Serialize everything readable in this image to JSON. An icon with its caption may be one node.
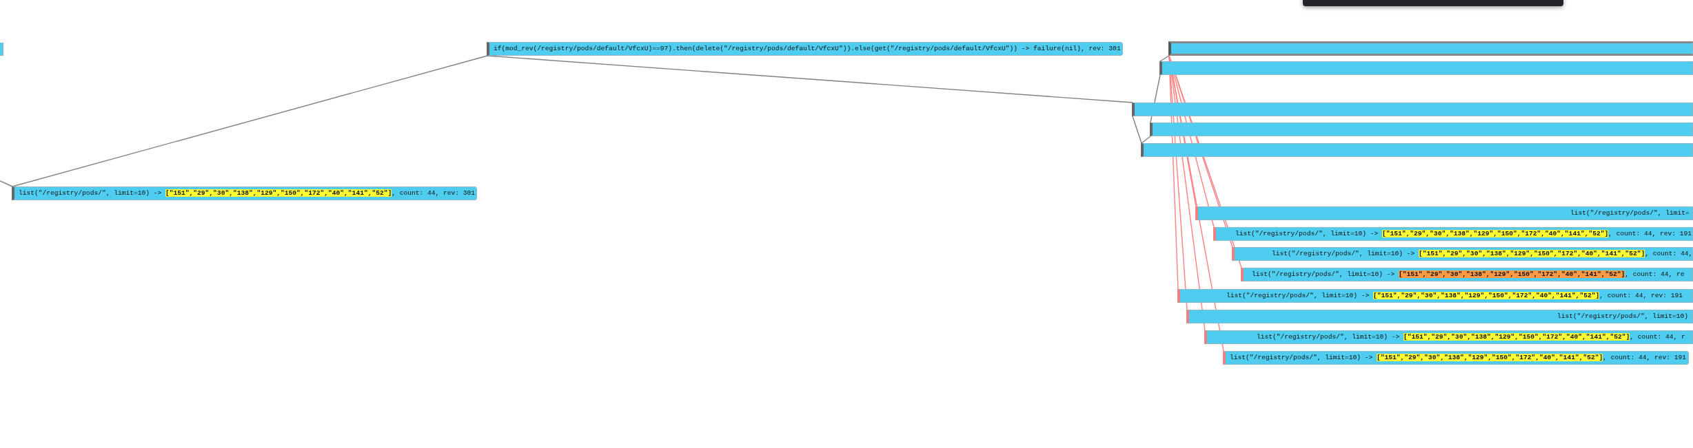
{
  "diagram": {
    "nodes": [
      {
        "text": [],
        "shape": "bar"
      },
      {
        "text": [
          "if(mod_rev(/registry/pods/default/VfcxU)==97).then(delete(\"/registry/pods/default/VfcxU\")).else(get(\"/registry/pods/default/VfcxU\")) -> failure(nil), rev: 301"
        ]
      },
      {
        "text": [
          "list(\"/registry/pods/\", limit=10) -> **[\"151\",\"29\",\"30\",\"138\",\"129\",\"150\",\"172\",\"40\",\"141\",\"52\"]**, count: 44, rev: 301"
        ]
      },
      {
        "text": [],
        "shape": "bar"
      },
      {
        "text": [],
        "shape": "bar"
      },
      {
        "text": [],
        "shape": "bar"
      },
      {
        "text": [],
        "shape": "bar"
      },
      {
        "text": [],
        "shape": "bar"
      },
      {
        "text": [
          "list(\"/registry/pods/\", limit="
        ]
      },
      {
        "text": [
          "list(\"/registry/pods/\", limit=10) -> **[\"151\",\"29\",\"30\",\"138\",\"129\",\"150\",\"172\",\"40\",\"141\",\"52\"]**, count: 44, rev: 191"
        ]
      },
      {
        "text": [
          "list(\"/registry/pods/\", limit=10) -> **[\"151\",\"29\",\"30\",\"138\",\"129\",\"150\",\"172\",\"40\",\"141\",\"52\"]**, count: 44,"
        ]
      },
      {
        "text": [
          "list(\"/registry/pods/\", limit=10) -> **[\"151\",\"29\",\"30\",\"138\",\"129\",\"150\",\"172\",\"40\",\"141\",\"52\"]**, count: 44, re"
        ]
      },
      {
        "text": [
          "list(\"/registry/pods/\", limit=10) -> **[\"151\",\"29\",\"30\",\"138\",\"129\",\"150\",\"172\",\"40\",\"141\",\"52\"]**, count: 44, rev: 191"
        ]
      },
      {
        "text": [
          "list(\"/registry/pods/\", limit=10)"
        ]
      },
      {
        "text": [
          "list(\"/registry/pods/\", limit=10) -> **[\"151\",\"29\",\"30\",\"138\",\"129\",\"150\",\"172\",\"40\",\"141\",\"52\"]**, count: 44, r"
        ]
      },
      {
        "text": [
          "list(\"/registry/pods/\", limit=10) -> **[\"151\",\"29\",\"30\",\"138\",\"129\",\"150\",\"172\",\"40\",\"141\",\"52\"]**, count: 44, rev: 191"
        ]
      }
    ],
    "edges": [
      {
        "from": null,
        "to": 2,
        "arrow": "none",
        "color": "#808080"
      },
      {
        "from": 2,
        "to": 1,
        "arrow": "none",
        "color": "#808080"
      },
      {
        "from": 1,
        "to": 5,
        "arrow": "none",
        "color": "#808080"
      },
      {
        "from": 5,
        "to": 7,
        "arrow": "none",
        "color": "#808080"
      },
      {
        "from": 7,
        "to": 6,
        "arrow": "none",
        "color": "#808080"
      },
      {
        "from": 6,
        "to": 4,
        "arrow": "none",
        "color": "#808080"
      },
      {
        "from": 4,
        "to": 3,
        "arrow": "none",
        "color": "#808080"
      },
      {
        "from": 3,
        "to": 8,
        "arrow": "none"
      },
      {
        "from": 3,
        "to": 9,
        "arrow": "none"
      },
      {
        "from": 3,
        "to": 10,
        "arrow": "none"
      },
      {
        "from": 3,
        "to": 11,
        "arrow": "none"
      },
      {
        "from": 3,
        "to": 12,
        "arrow": "none"
      },
      {
        "from": 3,
        "to": 13,
        "arrow": "none"
      },
      {
        "from": 3,
        "to": 14,
        "arrow": "none"
      },
      {
        "from": 3,
        "to": 15,
        "arrow": "none"
      }
    ]
  }
}
